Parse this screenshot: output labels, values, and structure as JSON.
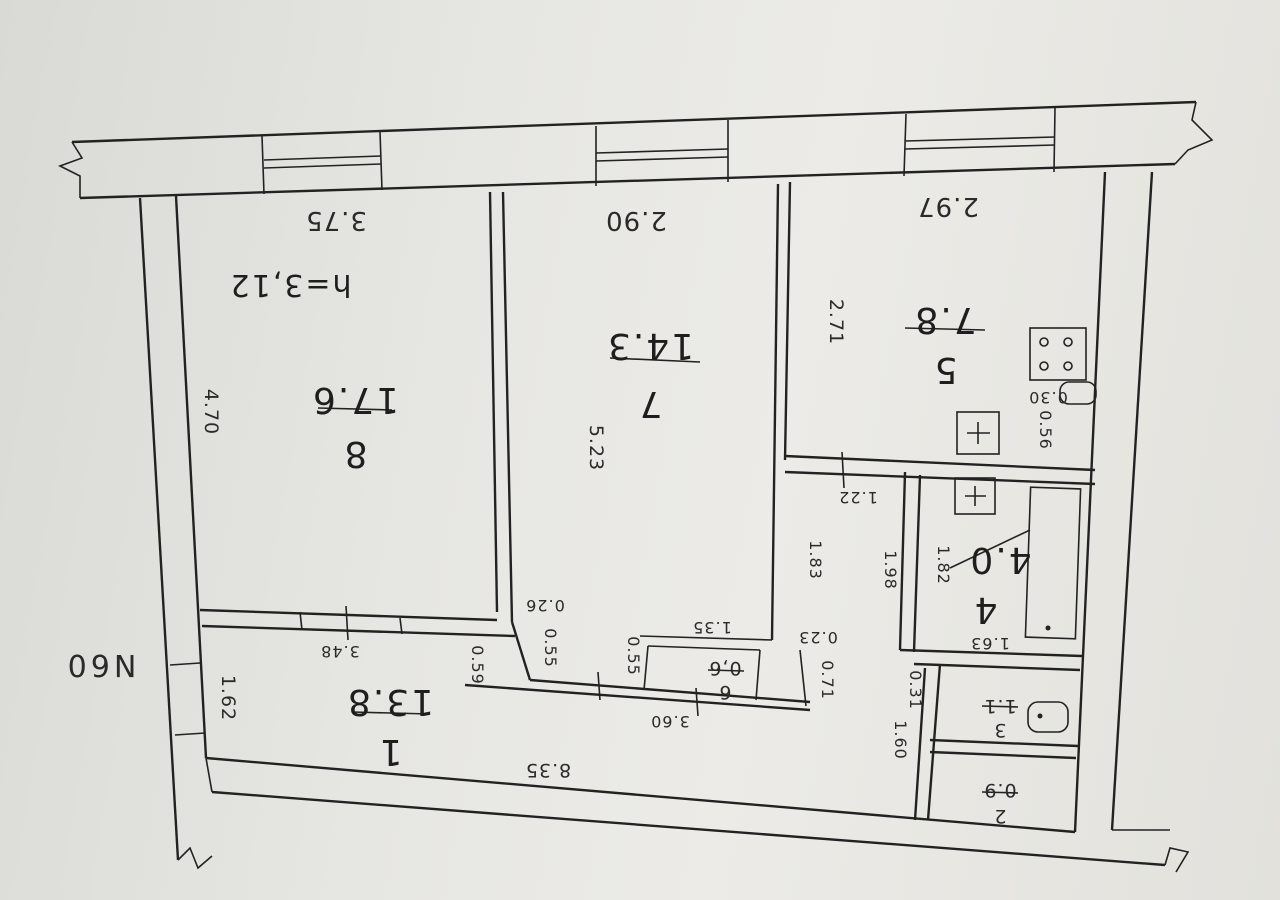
{
  "sheet_label": "N60",
  "ceiling_height": "h=3,12",
  "rooms": [
    {
      "number": "8",
      "area": "17.6"
    },
    {
      "number": "7",
      "area": "14.3"
    },
    {
      "number": "5",
      "area": "7.8"
    },
    {
      "number": "4",
      "area": "4.0"
    },
    {
      "number": "1",
      "area": "13.8"
    },
    {
      "number": "6",
      "area": "0,6"
    },
    {
      "number": "3",
      "area": "1.1"
    },
    {
      "number": "2",
      "area": "0.9"
    }
  ],
  "dimensions": {
    "room8_width": "3.75",
    "room7_width": "2.90",
    "room5_width": "2.97",
    "room8_length": "4.70",
    "room7_length": "5.23",
    "room5_length": "2.71",
    "hall_length": "8.35",
    "hall_width": "1.62",
    "hall_a": "3.48",
    "hall_b": "3.60",
    "d_059": "0.59",
    "d_055a": "0.55",
    "d_055b": "0.55",
    "d_026": "0.26",
    "d_135": "1.35",
    "d_023": "0.23",
    "d_071": "0.71",
    "d_183": "1.83",
    "d_122": "1.22",
    "d_198": "1.98",
    "d_182": "1.82",
    "d_163": "1.63",
    "d_031": "0.31",
    "d_160": "1.60",
    "d_056": "0.56",
    "d_030": "0.30"
  }
}
